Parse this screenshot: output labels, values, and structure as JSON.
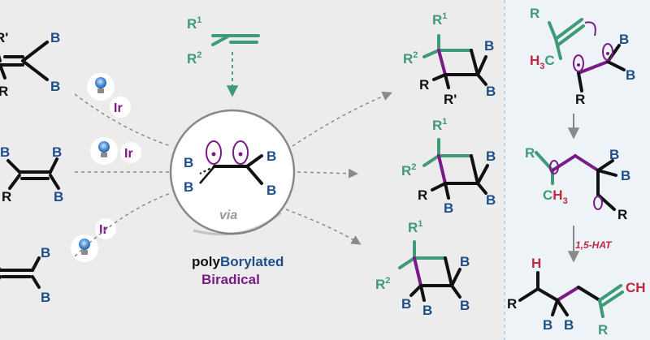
{
  "labels": {
    "B": "B",
    "R": "R",
    "R_prime": "R'",
    "R1_base": "R",
    "R1_sup": "1",
    "R2_base": "R",
    "R2_sup": "2",
    "Ir": "Ir",
    "via": "via",
    "H": "H",
    "H3C": "H",
    "H3C_sub": "3",
    "H3C_c": "C",
    "CH3_c": "C",
    "CH3_h": "H",
    "CH3_sub": "3",
    "CH": "CH"
  },
  "caption": {
    "line1_poly": "poly",
    "line1_borylated": "Borylated",
    "line2": "Biradical"
  },
  "hat_label": "1,5-HAT",
  "colors": {
    "boron": "#1d4e8a",
    "alkene": "#3f9a76",
    "biradical": "#7a1a86",
    "hydrogen": "#c0283f",
    "panel_left": "#ececec",
    "panel_right": "#eef3f7"
  },
  "icons": [
    "light-bulb-icon"
  ]
}
